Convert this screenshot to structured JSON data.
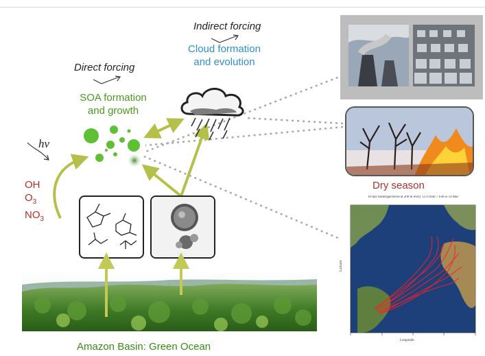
{
  "labels": {
    "indirect_forcing": "Indirect forcing",
    "direct_forcing": "Direct forcing",
    "cloud_formation": [
      "Cloud formation",
      "and evolution"
    ],
    "soa_formation": [
      "SOA formation",
      "and growth"
    ],
    "hv": "hν",
    "oxidants": [
      "OH",
      "O3",
      "NO3"
    ],
    "dry_season": "Dry season",
    "amazon_basin": "Amazon Basin: Green Ocean",
    "map_title": "10-day backtrajectories at 200 m every 12 h from 7 Feb to 14 Mar",
    "map_xlabel": "Longitude",
    "map_ylabel": "Latitude"
  },
  "colors": {
    "arrow_olive": "#b5c04a",
    "green_text": "#4a9a1e",
    "blue_text": "#2f8fd0",
    "red_text": "#b0302a",
    "particle_green": "#5fc033",
    "trajectory_red": "#ff2020",
    "ocean_blue": "#1d3f7a"
  },
  "icons": {
    "cloud": "rain-cloud-icon",
    "molecules": "molecule-structures-icon",
    "bioparticles": "bioaerosol-micrograph-icon"
  }
}
